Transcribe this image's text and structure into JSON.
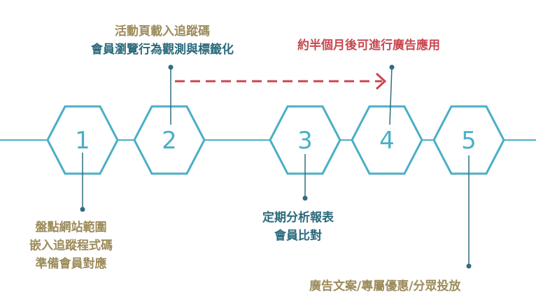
{
  "colors": {
    "accent": "#4bafc6",
    "connector": "#2f6d7f",
    "arrow": "#c8474f",
    "text_gold": "#9c8b5a",
    "text_teal": "#2b6a7c"
  },
  "steps": [
    {
      "number": "1",
      "lines": [
        "盤點網站範圍",
        "嵌入追蹤程式碼",
        "準備會員對應"
      ]
    },
    {
      "number": "2",
      "lines": [
        "活動頁載入追蹤碼",
        "會員瀏覽行為觀測與標籤化"
      ]
    },
    {
      "number": "3",
      "lines": [
        "定期分析報表",
        "會員比對"
      ]
    },
    {
      "number": "4",
      "lines": [
        "約半個月後可進行廣告應用"
      ]
    },
    {
      "number": "5",
      "lines": [
        "廣告文案/專屬優惠/分眾投放"
      ]
    }
  ]
}
